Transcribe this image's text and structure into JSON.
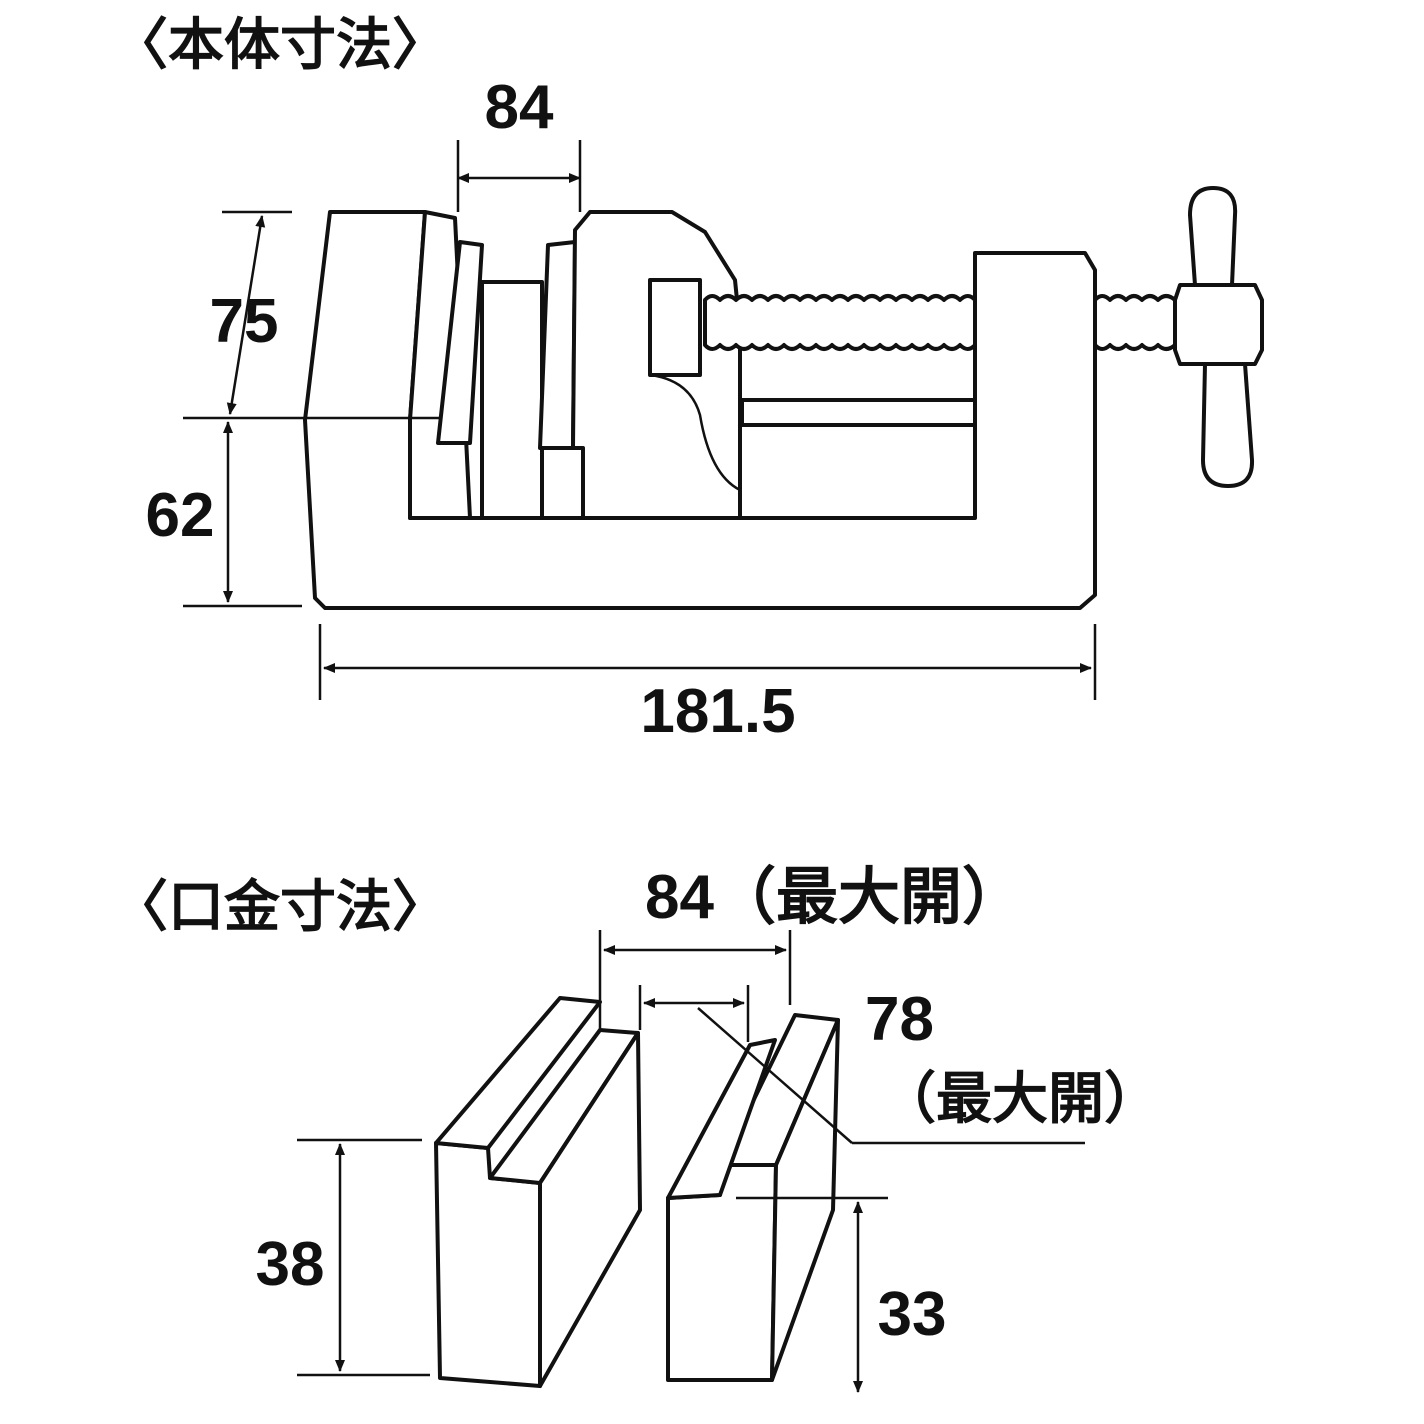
{
  "body_section": {
    "title": "〈本体寸法〉",
    "jaw_opening": "84",
    "height_upper": "75",
    "height_lower": "62",
    "length": "181.5"
  },
  "jaw_section": {
    "title": "〈口金寸法〉",
    "max_opening": "84（最大開）",
    "max_opening_inner_value": "78",
    "max_opening_inner_note": "（最大開）",
    "left_jaw_height": "38",
    "right_jaw_height": "33"
  }
}
